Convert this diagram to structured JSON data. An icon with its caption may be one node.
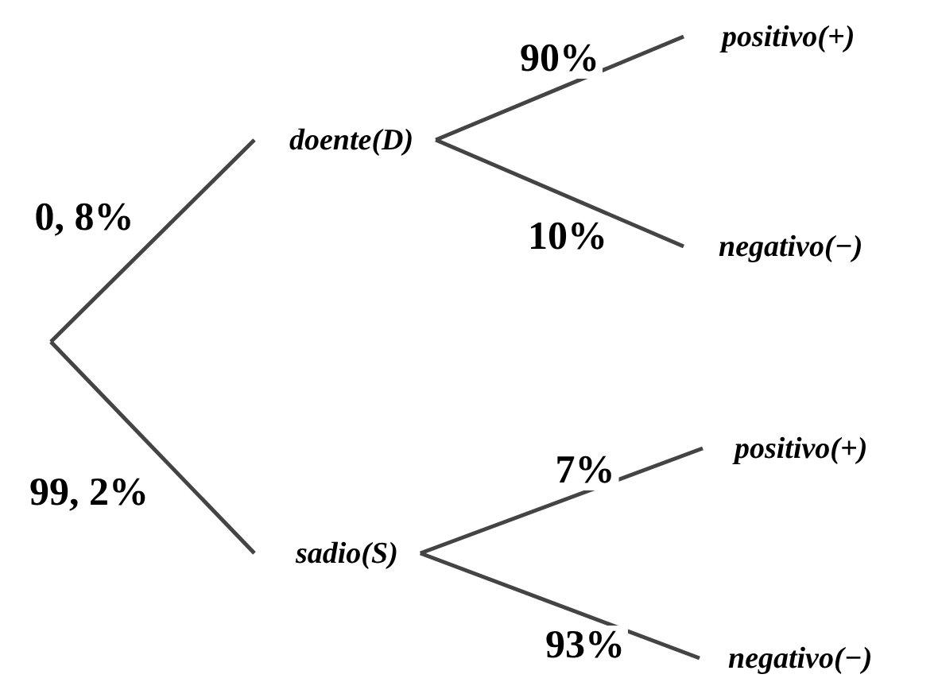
{
  "diagram": {
    "nodes": [
      {
        "text": [
          "doente(D)"
        ]
      },
      {
        "text": [
          "sadio(S)"
        ]
      },
      {
        "text": [
          "positivo(+)"
        ]
      },
      {
        "text": [
          "negativo(−)"
        ]
      },
      {
        "text": [
          "positivo(+)"
        ]
      },
      {
        "text": [
          "negativo(−)"
        ]
      }
    ],
    "edges": [
      {
        "from": null,
        "to": 0,
        "arrow": "none",
        "label": "0, 8%"
      },
      {
        "from": null,
        "to": 1,
        "arrow": "none",
        "label": "99, 2%"
      },
      {
        "from": 0,
        "to": 2,
        "arrow": "none",
        "label": "90%"
      },
      {
        "from": 0,
        "to": 3,
        "arrow": "none",
        "label": "10%"
      },
      {
        "from": 1,
        "to": 4,
        "arrow": "none",
        "label": "7%"
      },
      {
        "from": 1,
        "to": 5,
        "arrow": "none",
        "label": "93%"
      }
    ]
  }
}
